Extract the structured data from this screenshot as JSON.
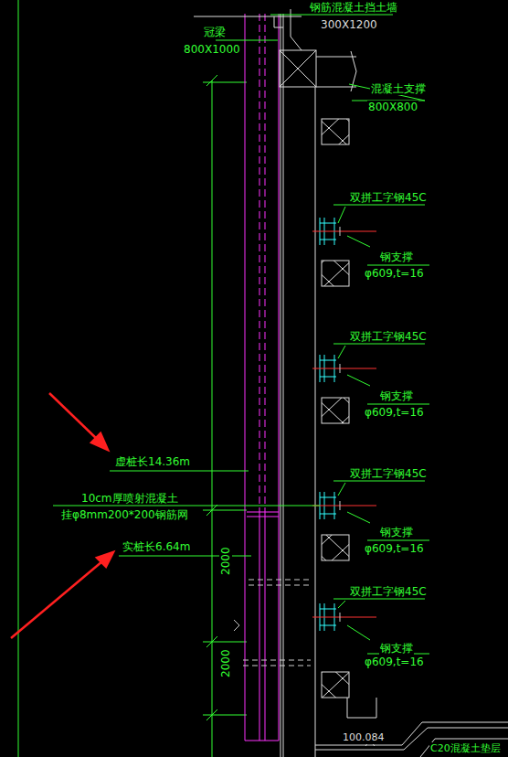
{
  "diagram": {
    "labels": [
      "钢筋混凝土挡土墙",
      "300X1200",
      "冠梁",
      "800X1000",
      "混凝土支撑",
      "800X800",
      "双拼工字钢45C",
      "钢支撑",
      "φ609,t=16",
      "双拼工字钢45C",
      "钢支撑",
      "φ609,t=16",
      "虚桩长14.36m",
      "双拼工字钢45C",
      "10cm厚喷射混凝土",
      "挂φ8mm200*200钢筋网",
      "钢支撑",
      "实桩长6.64m",
      "φ609,t=16",
      "2000",
      "双拼工字钢45C",
      "钢支撑",
      "φ609,t=16",
      "2000",
      "100.084",
      "C20混凝土垫层"
    ]
  }
}
